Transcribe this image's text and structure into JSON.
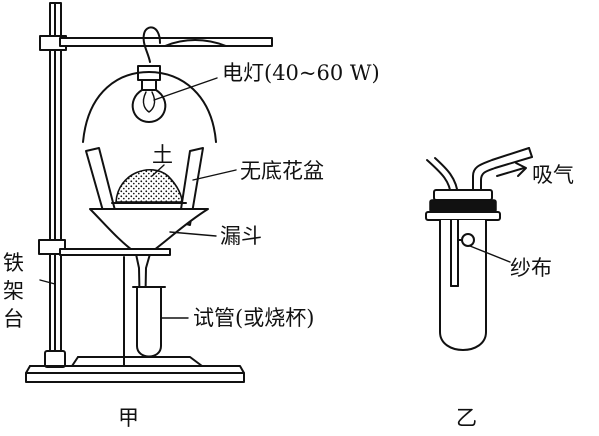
{
  "setup_a": {
    "caption": "甲",
    "labels": {
      "lamp": "电灯(40~60 W)",
      "soil": "土",
      "pot": "无底花盆",
      "funnel": "漏斗",
      "tube": "试管(或烧杯)",
      "stand": [
        "铁",
        "架",
        "台"
      ]
    }
  },
  "setup_b": {
    "caption": "乙",
    "labels": {
      "suction": "吸气",
      "gauze": "纱布"
    }
  },
  "colors": {
    "ink": "#111111",
    "paper": "#ffffff"
  }
}
